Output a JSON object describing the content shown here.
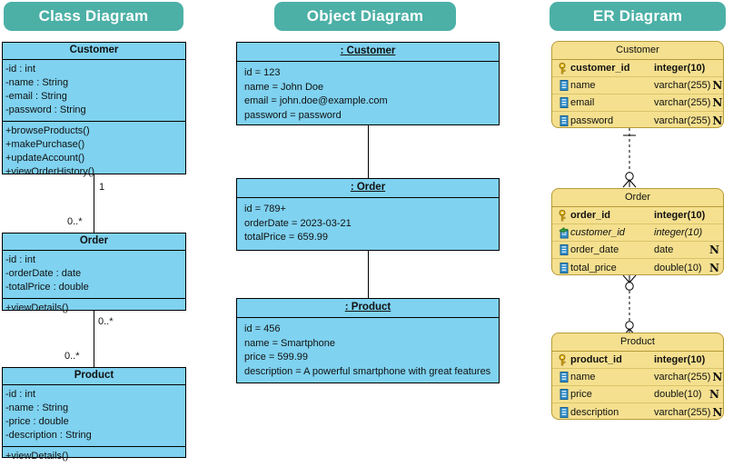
{
  "panels": {
    "class": {
      "banner": "Class Diagram"
    },
    "object": {
      "banner": "Object Diagram"
    },
    "er": {
      "banner": "ER Diagram"
    }
  },
  "class_diagram": {
    "classes": [
      {
        "name": "Customer",
        "attributes": [
          "-id : int",
          "-name : String",
          "-email : String",
          "-password : String"
        ],
        "operations": [
          "+browseProducts()",
          "+makePurchase()",
          "+updateAccount()",
          "+viewOrderHistory()"
        ]
      },
      {
        "name": "Order",
        "attributes": [
          "-id : int",
          "-orderDate : date",
          "-totalPrice : double"
        ],
        "operations": [
          "+viewDetails()"
        ]
      },
      {
        "name": "Product",
        "attributes": [
          "-id : int",
          "-name : String",
          "-price : double",
          "-description : String"
        ],
        "operations": [
          "+viewDetails()"
        ]
      }
    ],
    "associations": [
      {
        "source_multiplicity": "1",
        "target_multiplicity": "0..*"
      },
      {
        "source_multiplicity": "0..*",
        "target_multiplicity": "0..*"
      }
    ]
  },
  "object_diagram": {
    "objects": [
      {
        "name": ": Customer",
        "slots": [
          "id = 123",
          "name = John Doe",
          "email = john.doe@example.com",
          "password = password"
        ]
      },
      {
        "name": ": Order",
        "slots": [
          "id = 789+",
          "orderDate = 2023-03-21",
          "totalPrice = 659.99"
        ]
      },
      {
        "name": ": Product",
        "slots": [
          "id = 456",
          "name = Smartphone",
          "price = 599.99",
          "description = A powerful smartphone with great features"
        ]
      }
    ]
  },
  "er_diagram": {
    "entities": [
      {
        "name": "Customer",
        "columns": [
          {
            "icon": "primary-key-icon",
            "name": "customer_id",
            "type": "integer(10)",
            "nullable": ""
          },
          {
            "icon": "column-icon",
            "name": "name",
            "type": "varchar(255)",
            "nullable": "N"
          },
          {
            "icon": "column-icon",
            "name": "email",
            "type": "varchar(255)",
            "nullable": "N"
          },
          {
            "icon": "column-icon",
            "name": "password",
            "type": "varchar(255)",
            "nullable": "N"
          }
        ]
      },
      {
        "name": "Order",
        "columns": [
          {
            "icon": "primary-key-icon",
            "name": "order_id",
            "type": "integer(10)",
            "nullable": ""
          },
          {
            "icon": "foreign-key-icon",
            "name": "customer_id",
            "type": "integer(10)",
            "nullable": ""
          },
          {
            "icon": "column-icon",
            "name": "order_date",
            "type": "date",
            "nullable": "N"
          },
          {
            "icon": "column-icon",
            "name": "total_price",
            "type": "double(10)",
            "nullable": "N"
          }
        ]
      },
      {
        "name": "Product",
        "columns": [
          {
            "icon": "primary-key-icon",
            "name": "product_id",
            "type": "integer(10)",
            "nullable": ""
          },
          {
            "icon": "column-icon",
            "name": "name",
            "type": "varchar(255)",
            "nullable": "N"
          },
          {
            "icon": "column-icon",
            "name": "price",
            "type": "double(10)",
            "nullable": "N"
          },
          {
            "icon": "column-icon",
            "name": "description",
            "type": "varchar(255)",
            "nullable": "N"
          }
        ]
      }
    ],
    "relationships": [
      {
        "from": "Customer",
        "to": "Order",
        "from_cardinality": "one",
        "to_cardinality": "zero-or-many"
      },
      {
        "from": "Order",
        "to": "Product",
        "from_cardinality": "zero-or-many",
        "to_cardinality": "zero-or-many"
      }
    ]
  },
  "colors": {
    "banner": "#4cb0a6",
    "uml_fill": "#7fd2f0",
    "er_fill": "#f5e08f",
    "er_border": "#b59b38",
    "line": "#000000"
  }
}
